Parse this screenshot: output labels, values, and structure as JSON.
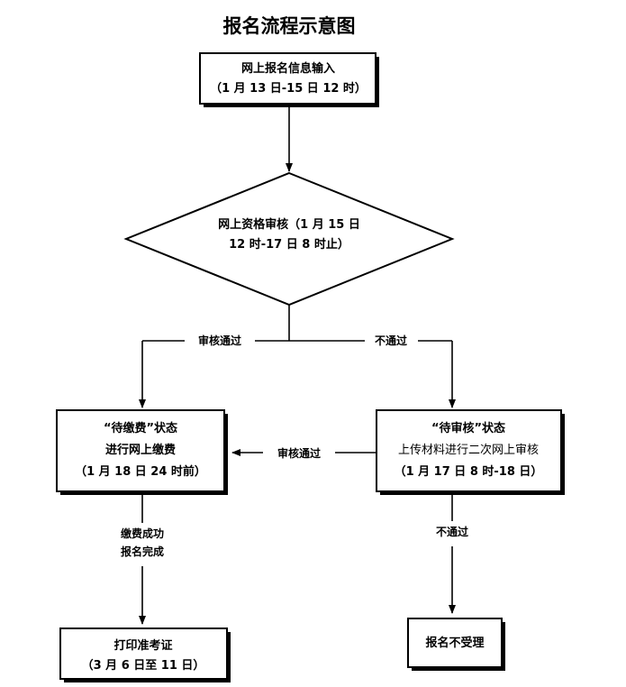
{
  "title": "报名流程示意图",
  "nodes": {
    "input": {
      "line1": "网上报名信息输入",
      "line2": "（1 月 13 日-15 日 12 时）"
    },
    "review": {
      "line1": "网上资格审核（1 月 15 日",
      "line2": "12 时-17 日 8 时止）"
    },
    "pending_pay": {
      "line1": "“待缴费”状态",
      "line2": "进行网上缴费",
      "line3": "（1 月 18 日 24 时前）"
    },
    "pending_review": {
      "line1": "“待审核”状态",
      "line2": "上传材料进行二次网上审核",
      "line3": "（1 月 17 日 8 时-18 日）"
    },
    "print": {
      "line1": "打印准考证",
      "line2": "（3 月 6 日至 11 日）"
    },
    "rejected": {
      "line1": "报名不受理"
    }
  },
  "edges": {
    "pass1": "审核通过",
    "fail1": "不通过",
    "pass2": "审核通过",
    "fail2": "不通过",
    "paid_line1": "缴费成功",
    "paid_line2": "报名完成"
  }
}
